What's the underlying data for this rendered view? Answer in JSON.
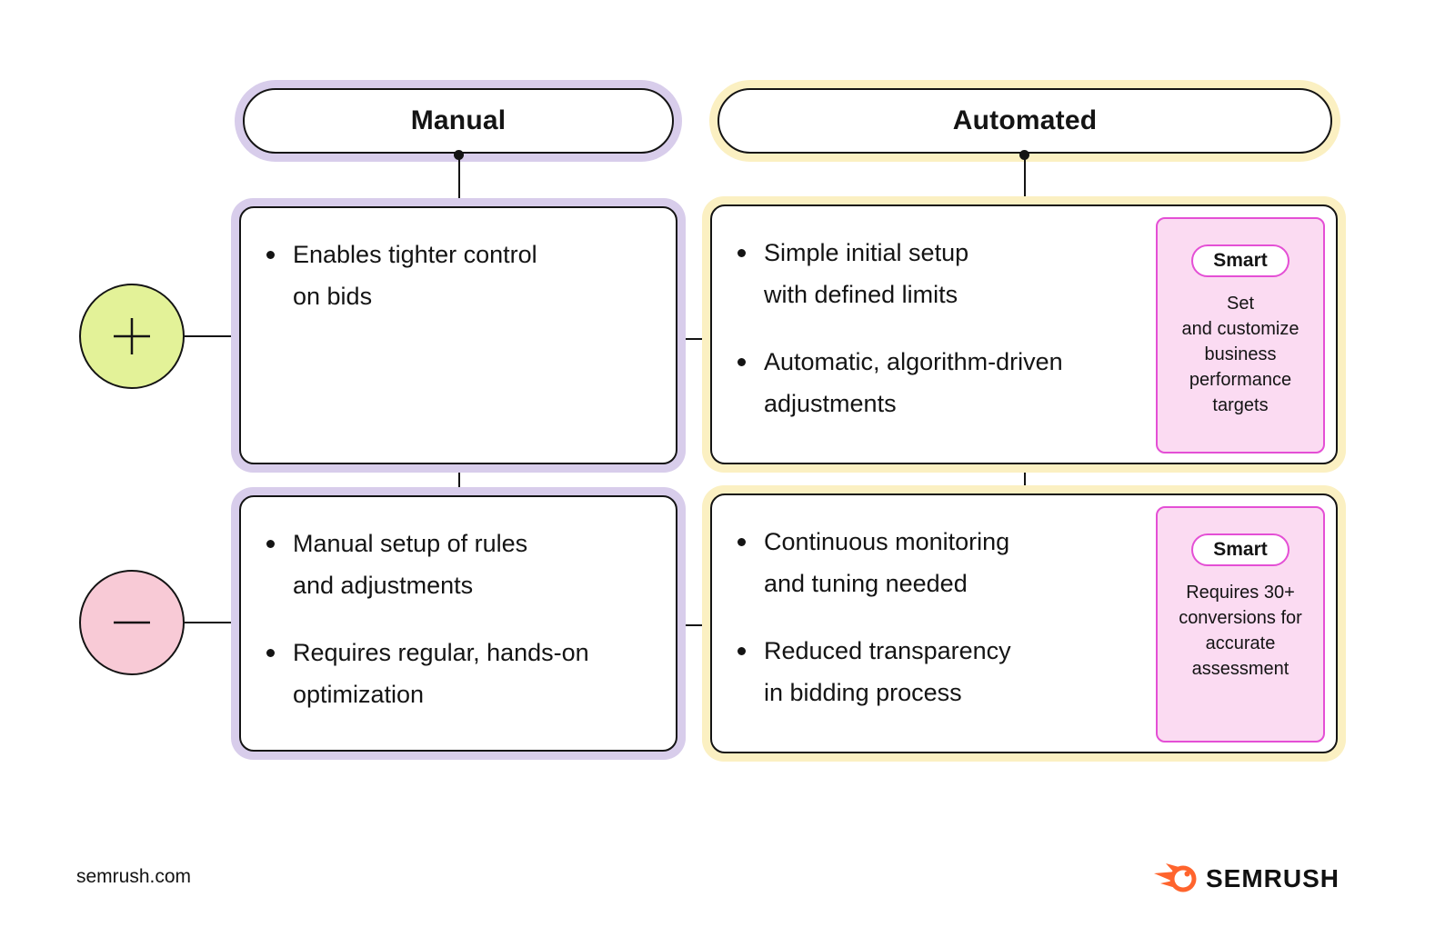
{
  "headers": {
    "manual": "Manual",
    "automated": "Automated"
  },
  "cells": {
    "manual_pros": {
      "items": [
        {
          "text": "Enables tighter control\non bids"
        }
      ]
    },
    "automated_pros": {
      "items": [
        {
          "text": "Simple initial setup\nwith defined limits"
        },
        {
          "text": "Automatic, algorithm-driven\nadjustments"
        }
      ],
      "smart": {
        "label": "Smart",
        "text": "Set\nand customize\nbusiness\nperformance\ntargets"
      }
    },
    "manual_cons": {
      "items": [
        {
          "text": "Manual setup of rules\nand adjustments"
        },
        {
          "text": "Requires regular, hands-on\noptimization"
        }
      ]
    },
    "automated_cons": {
      "items": [
        {
          "text": "Continuous monitoring\nand tuning needed"
        },
        {
          "text": "Reduced transparency\nin bidding process"
        }
      ],
      "smart": {
        "label": "Smart",
        "text": "Requires 30+\nconversions for\naccurate\nassessment"
      }
    }
  },
  "icons": {
    "pros": "plus-icon",
    "cons": "minus-icon",
    "brand": "semrush-flame-icon"
  },
  "footer": {
    "site": "semrush.com",
    "brand": "SEMRUSH"
  },
  "colors": {
    "manual_accent": "#d8cdeb",
    "automated_accent": "#fbf0c2",
    "smart_fill": "#fbdbf2",
    "smart_border": "#e44fd5",
    "plus_fill": "#e3f298",
    "minus_fill": "#f8cad6",
    "ink": "#141414",
    "semrush_orange": "#ff642d"
  }
}
